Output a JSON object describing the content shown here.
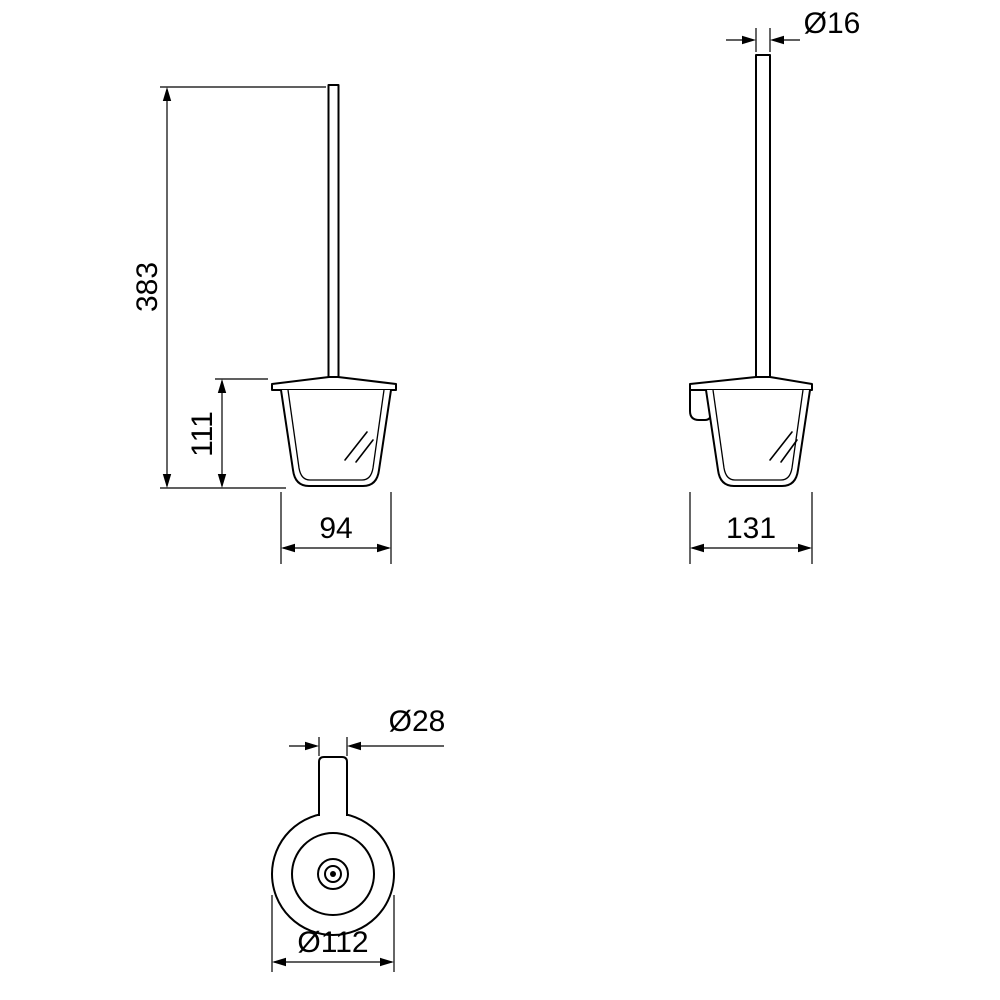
{
  "page": {
    "background": "#ffffff",
    "line_color": "#000000",
    "description": "Technical dimension drawing of wall-mounted toilet brush holder, three orthographic views"
  },
  "views": {
    "front": {
      "dims": {
        "total_height": "383",
        "holder_height": "111",
        "holder_width": "94"
      }
    },
    "side": {
      "dims": {
        "rod_diameter": "Ø16",
        "holder_width": "131"
      }
    },
    "top": {
      "dims": {
        "rod_diameter": "Ø28",
        "holder_diameter": "Ø112"
      }
    }
  }
}
